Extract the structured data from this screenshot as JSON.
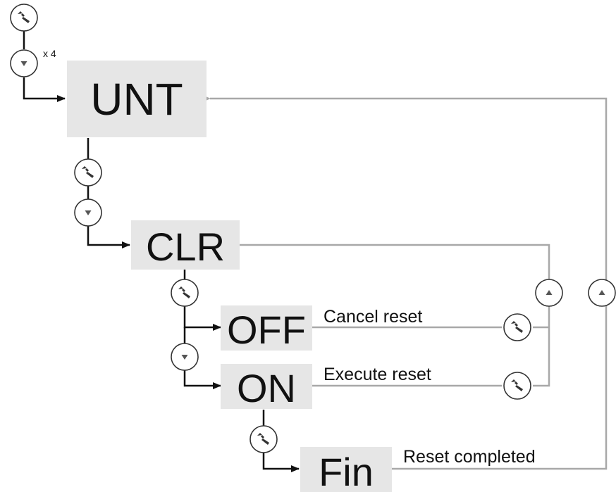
{
  "states": {
    "unt": "UNT",
    "clr": "CLR",
    "off": "OFF",
    "on": "ON",
    "fin": "Fin"
  },
  "labels": {
    "repeat": "x 4",
    "cancel": "Cancel reset",
    "execute": "Execute reset",
    "completed": "Reset completed"
  },
  "icons": {
    "setup_key": "wrench-icon",
    "down_key": "down-arrow-icon",
    "up_key": "up-arrow-icon"
  },
  "colors": {
    "box": "#e6e6e6",
    "flow_line": "#111111",
    "return_line": "#a8a8a8"
  }
}
